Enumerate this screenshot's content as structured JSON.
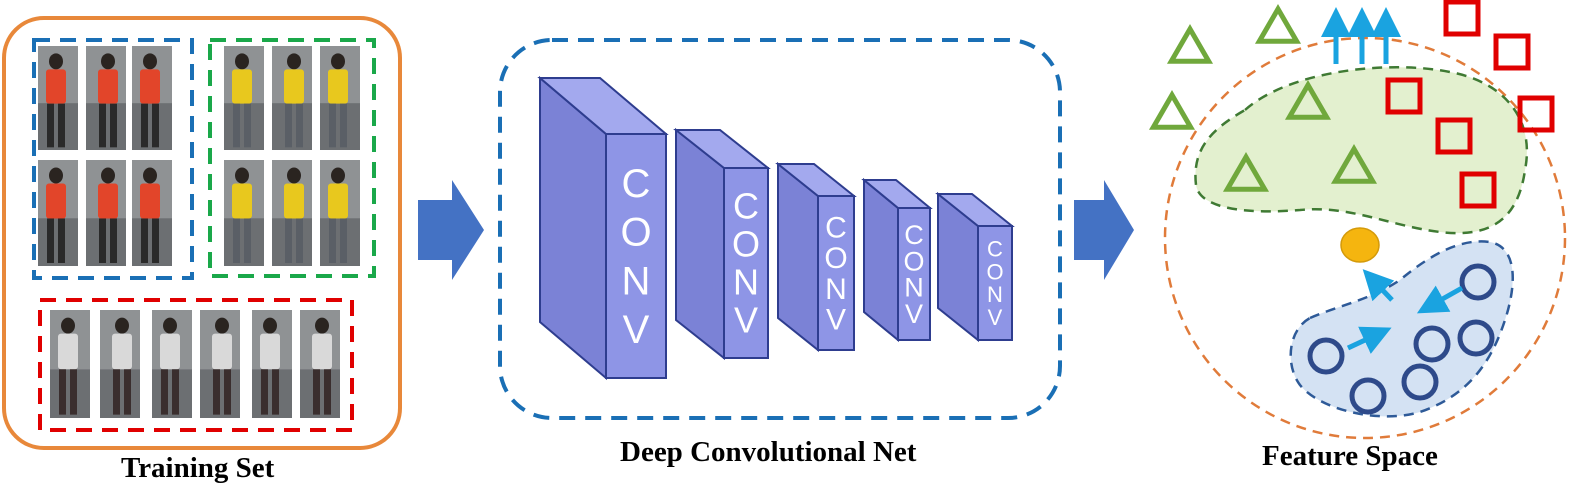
{
  "captions": {
    "training_set": "Training Set",
    "network": "Deep Convolutional Net",
    "feature_space": "Feature Space"
  },
  "conv_label": "CONV",
  "training_groups": [
    {
      "id": "person-red-shirt",
      "color": "#1a6fb5",
      "shirt": "#e2452a",
      "pants": "#2a2a2a"
    },
    {
      "id": "person-yellow-shirt",
      "color": "#1aa84a",
      "shirt": "#e8c81e",
      "pants": "#5a5f66"
    },
    {
      "id": "person-white-jacket",
      "color": "#e00000",
      "shirt": "#d9d9d9",
      "pants": "#3a2e2e"
    }
  ],
  "colors": {
    "training_frame": "#e8883a",
    "network_frame": "#1a6fb5",
    "conv_front": "#8e95e6",
    "conv_side": "#7b82d6",
    "conv_top": "#a3a9ee",
    "conv_edge": "#2e3d8f",
    "arrow": "#4472c4",
    "triangle": "#70a83c",
    "square": "#e00000",
    "circle": "#2e4a8a",
    "cluster_green": "#e3f0cf",
    "cluster_blue": "#d4e2f3",
    "center_dot": "#f5b50f",
    "pull_arrow": "#1aa3e0"
  }
}
